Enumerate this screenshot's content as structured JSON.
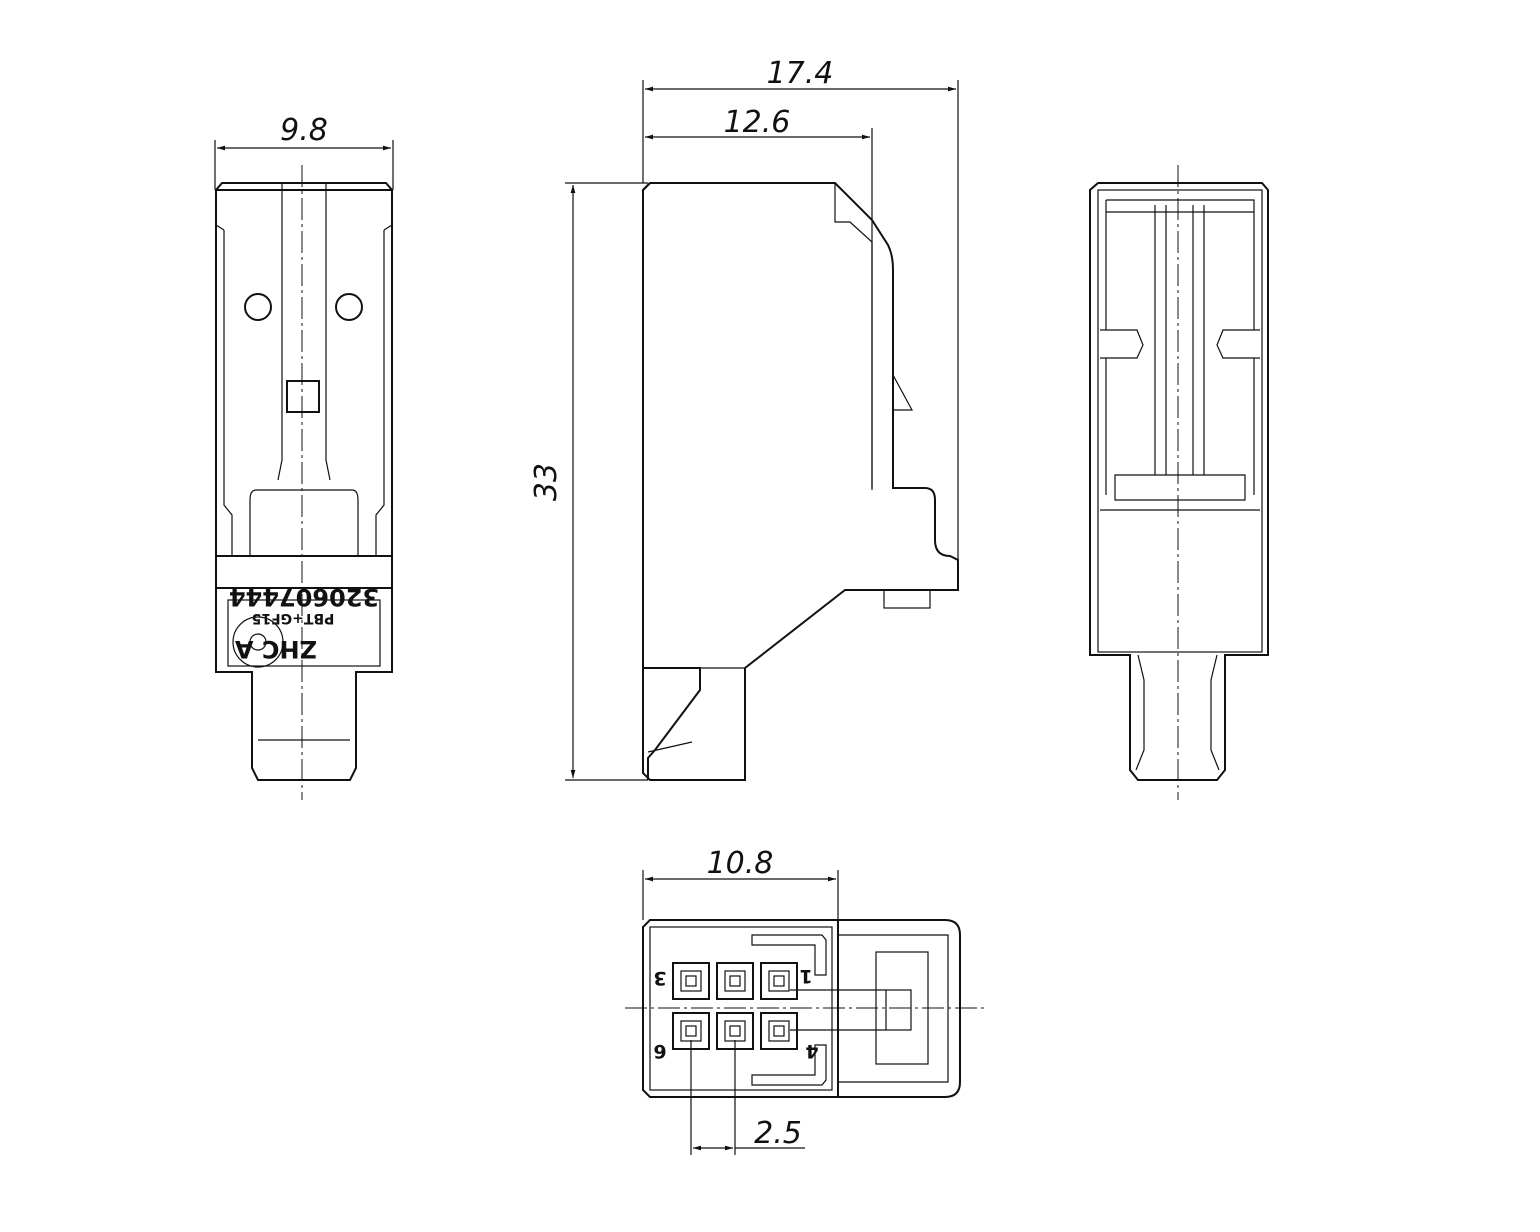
{
  "dimensions": {
    "left_width": "9.8",
    "side_total_width": "17.4",
    "side_body_width": "12.6",
    "height": "33",
    "bottom_width": "10.8",
    "pitch": "2.5"
  },
  "marking": {
    "part_number": "320607444",
    "material": "PBT+GF15",
    "maker": "ZHC A"
  },
  "pins": {
    "p1": "1",
    "p3": "3",
    "p4": "4",
    "p6": "6"
  },
  "colors": {
    "line": "#111111",
    "background": "#ffffff"
  }
}
